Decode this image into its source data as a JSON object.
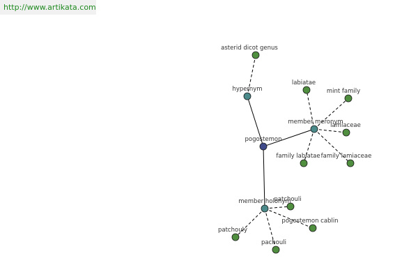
{
  "banner": {
    "url_text": "http://www.artikata.com"
  },
  "colors": {
    "center_node": "#3f4a8a",
    "relation_node": "#4a8a8a",
    "leaf_node": "#4f8f3f",
    "edge": "#000000",
    "url_text": "#1f8a1f"
  },
  "graph": {
    "center": {
      "label": "pogostemon"
    },
    "relations": [
      {
        "id": "hypernym",
        "label": "hypernym",
        "children": [
          {
            "label": "asterid dicot genus"
          }
        ]
      },
      {
        "id": "member-meronym",
        "label": "member meronym",
        "children": [
          {
            "label": "labiatae"
          },
          {
            "label": "mint family"
          },
          {
            "label": "lamiaceae"
          },
          {
            "label": "family lamiaceae"
          },
          {
            "label": "family labiatae"
          }
        ]
      },
      {
        "id": "member-holonym",
        "label": "member holonym",
        "children": [
          {
            "label": "patchouli"
          },
          {
            "label": "pogostemon cablin"
          },
          {
            "label": "pachouli"
          },
          {
            "label": "patchouly"
          }
        ]
      }
    ]
  }
}
